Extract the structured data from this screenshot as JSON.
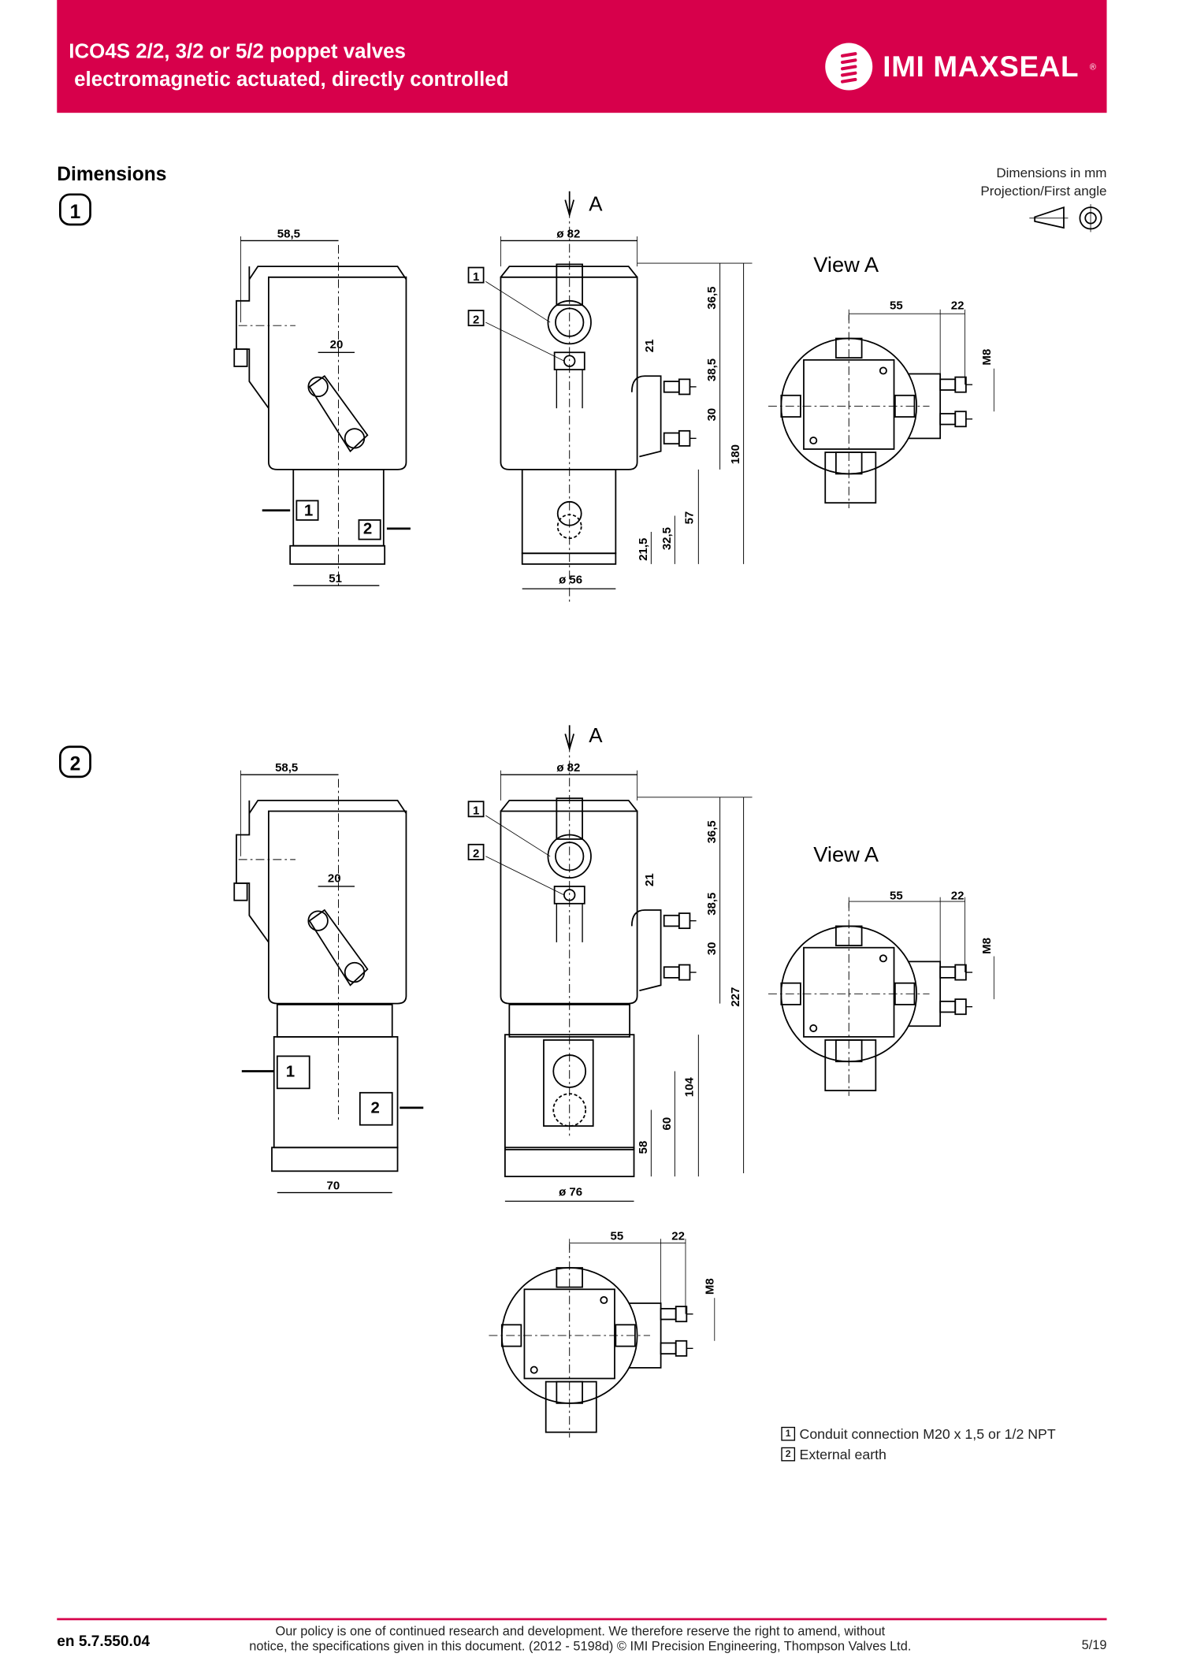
{
  "header": {
    "title_line1": "ICO4S 2/2, 3/2 or 5/2 poppet valves",
    "title_line2": "electromagnetic actuated, directly controlled",
    "logo_text": "IMI MAXSEAL",
    "brand_color": "#d7004b"
  },
  "section_title": "Dimensions",
  "notes": {
    "units": "Dimensions in mm",
    "projection": "Projection/First angle"
  },
  "figures": [
    {
      "number": "1",
      "view_arrow_label": "A",
      "view_a_label": "View  A",
      "callouts": [
        "1",
        "2"
      ],
      "port_labels": [
        "1",
        "2"
      ],
      "side_dims": {
        "width_top": "58,5",
        "offset": "20",
        "base": "51"
      },
      "front_dims": {
        "dia_top": "ø 82",
        "dia_base": "ø 56",
        "d1": "36,5",
        "d2": "21",
        "d3": "38,5",
        "d4": "30",
        "total": "180",
        "d5": "57",
        "d6": "32,5",
        "d7": "21,5"
      },
      "view_a_dims": {
        "a": "55",
        "b": "22",
        "thread": "M8"
      }
    },
    {
      "number": "2",
      "view_arrow_label": "A",
      "view_a_label": "View  A",
      "callouts": [
        "1",
        "2"
      ],
      "port_labels": [
        "1",
        "2"
      ],
      "side_dims": {
        "width_top": "58,5",
        "offset": "20",
        "base": "70"
      },
      "front_dims": {
        "dia_top": "ø 82",
        "dia_base": "ø 76",
        "d1": "36,5",
        "d2": "21",
        "d3": "38,5",
        "d4": "30",
        "total": "227",
        "d5": "104",
        "d6": "60",
        "d7": "58"
      },
      "view_a_dims": {
        "a": "55",
        "b": "22",
        "thread": "M8"
      },
      "bottom_dims": {
        "a": "55",
        "b": "22",
        "thread": "M8"
      }
    }
  ],
  "legend": [
    {
      "num": "1",
      "text": "Conduit connection M20 x 1,5 or 1/2 NPT"
    },
    {
      "num": "2",
      "text": "External earth"
    }
  ],
  "footer": {
    "doc_number": "en 5.7.550.04",
    "disclaimer_line1": "Our policy is one of continued research and development. We therefore reserve the right to amend, without",
    "disclaimer_line2": "notice, the specifications given in this document. (2012 - 5198d) © IMI Precision Engineering, Thompson Valves Ltd.",
    "page": "5/19"
  }
}
